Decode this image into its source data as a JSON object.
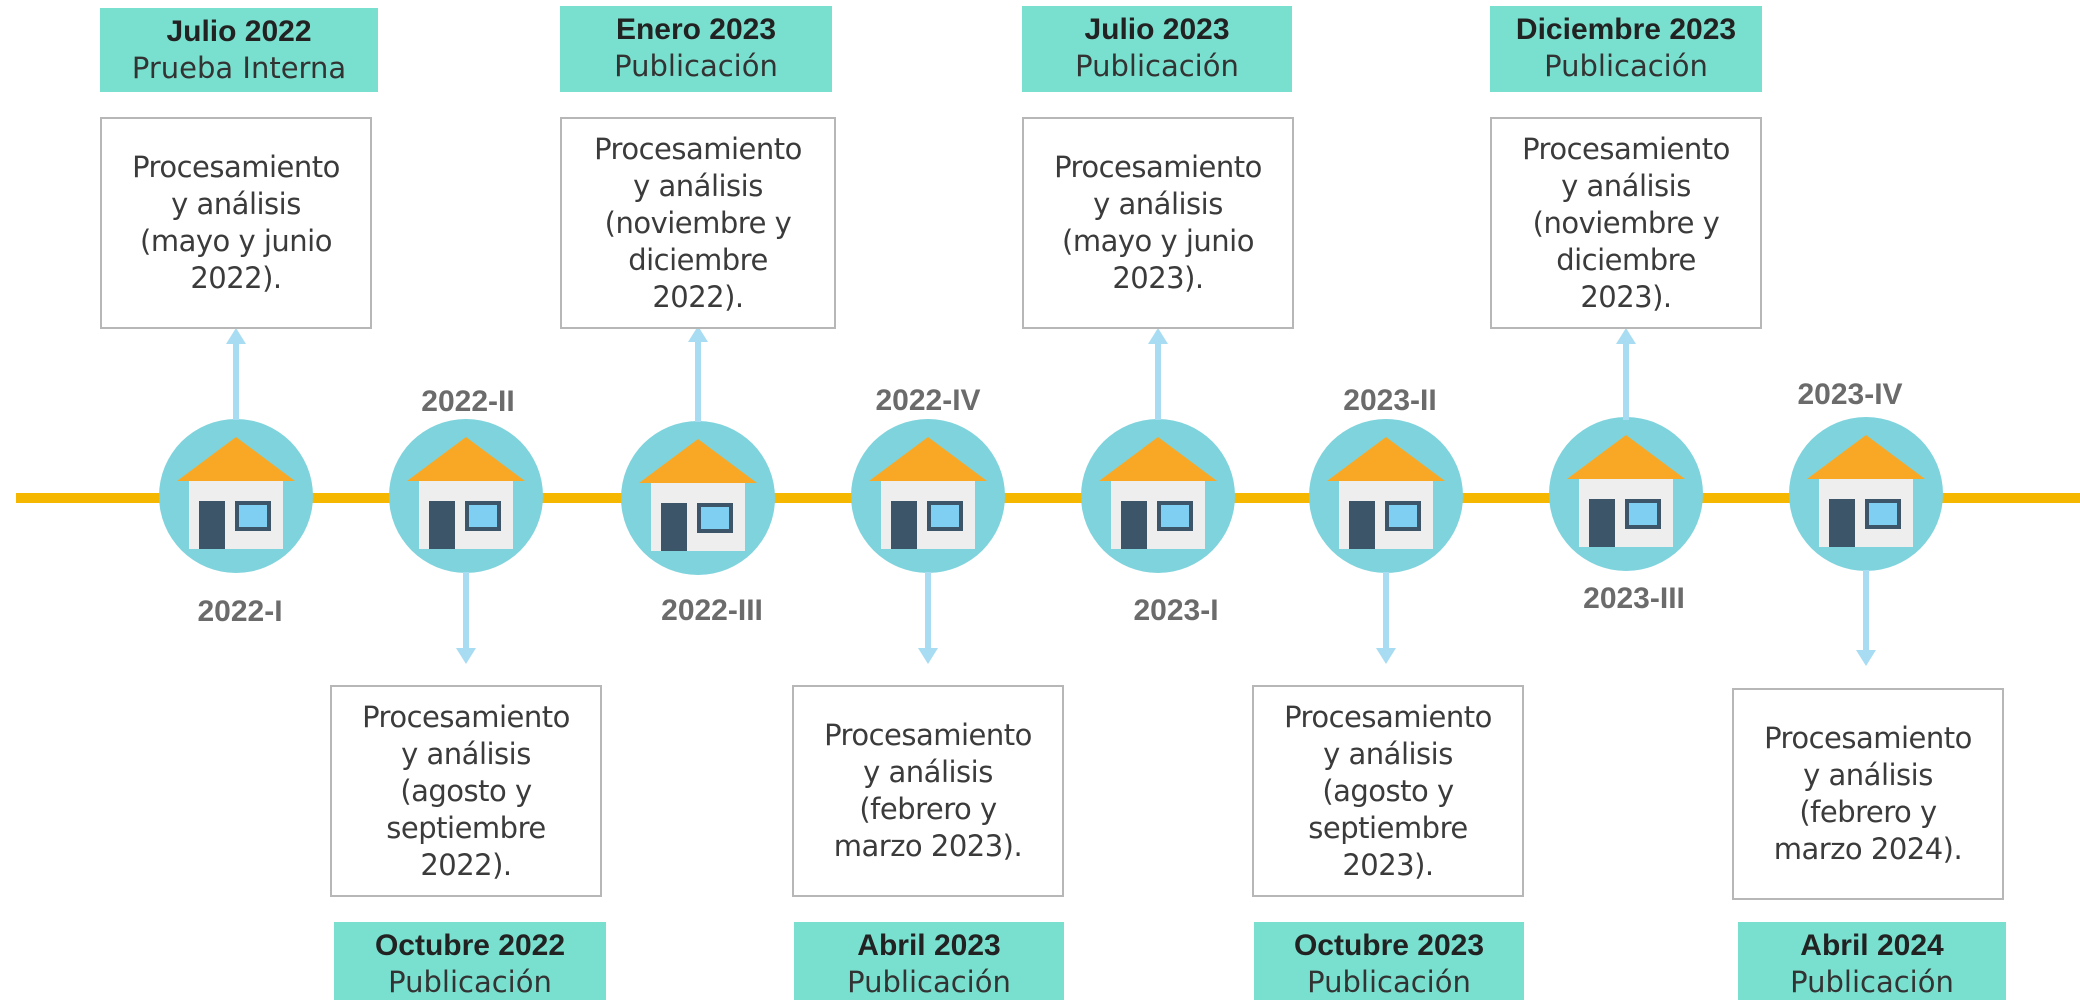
{
  "colors": {
    "timeline": "#f5b700",
    "circle": "#7fd3dc",
    "roof": "#f9a825",
    "house_wall": "#eeeeee",
    "door": "#3d5568",
    "window": "#7fcff2",
    "connector": "#a7dcf2",
    "publication_bg": "#79e0cf",
    "box_border": "#b7b7b7",
    "period_text": "#6b6b6b"
  },
  "icons": {
    "node_icon": "house-icon",
    "connector_icon": "arrow-icon"
  },
  "periods": [
    {
      "label": "2022-I"
    },
    {
      "label": "2022-II"
    },
    {
      "label": "2022-III"
    },
    {
      "label": "2022-IV"
    },
    {
      "label": "2023-I"
    },
    {
      "label": "2023-II"
    },
    {
      "label": "2023-III"
    },
    {
      "label": "2023-IV"
    }
  ],
  "processing": [
    {
      "text": "Procesamiento\ny análisis\n(mayo y junio\n2022)."
    },
    {
      "text": "Procesamiento\ny análisis\n(agosto y\nseptiembre\n2022)."
    },
    {
      "text": "Procesamiento\ny análisis\n(noviembre y\ndiciembre\n2022)."
    },
    {
      "text": "Procesamiento\ny análisis\n(febrero y\nmarzo 2023)."
    },
    {
      "text": "Procesamiento\ny análisis\n(mayo y junio\n2023)."
    },
    {
      "text": "Procesamiento\ny análisis\n(agosto y\nseptiembre\n2023)."
    },
    {
      "text": "Procesamiento\ny análisis\n(noviembre y\ndiciembre\n2023)."
    },
    {
      "text": "Procesamiento\ny análisis\n(febrero y\nmarzo 2024)."
    }
  ],
  "publications": [
    {
      "title": "Julio 2022",
      "subtitle": "Prueba Interna"
    },
    {
      "title": "Octubre 2022",
      "subtitle": "Publicación"
    },
    {
      "title": "Enero 2023",
      "subtitle": "Publicación"
    },
    {
      "title": "Abril 2023",
      "subtitle": "Publicación"
    },
    {
      "title": "Julio 2023",
      "subtitle": "Publicación"
    },
    {
      "title": "Octubre 2023",
      "subtitle": "Publicación"
    },
    {
      "title": "Diciembre 2023",
      "subtitle": "Publicación"
    },
    {
      "title": "Abril 2024",
      "subtitle": "Publicación"
    }
  ]
}
